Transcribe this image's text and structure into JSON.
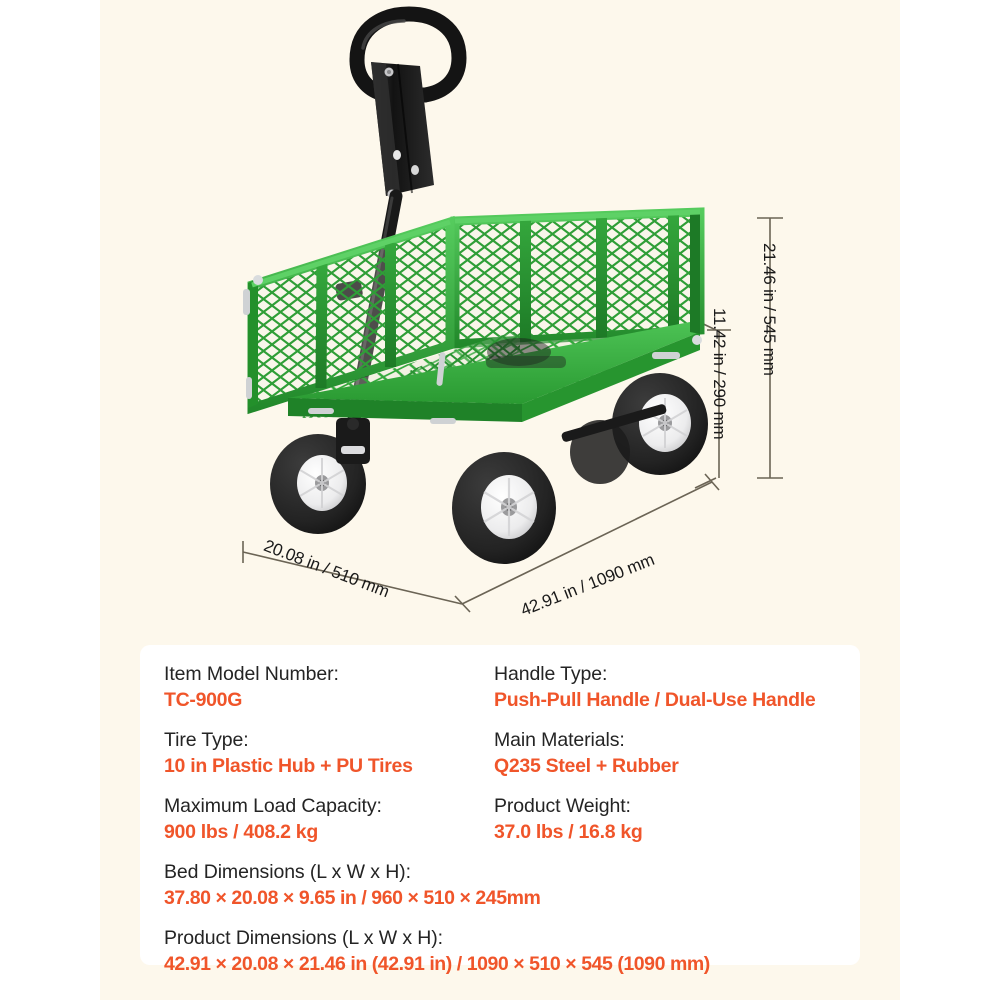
{
  "product": {
    "name": "steel garden utility cart",
    "colors": {
      "stage_background": "#fdf8ec",
      "page_background": "#ffffff",
      "card_background": "#ffffff",
      "cart_green": "#2a9a32",
      "cart_green_dark": "#186f22",
      "cart_green_light": "#43b94a",
      "handle_black": "#1c1c1c",
      "tire_black": "#262626",
      "hub_white": "#f2f2f2",
      "accent_orange": "#f0552a",
      "label_black": "#242424",
      "dimension_line": "#6b6455"
    },
    "parts": {
      "handle": "d-ring-pull-handle",
      "upright": "telescoping-handle-bracket",
      "bed": "mesh-steel-bed",
      "sides": "removable-folding-mesh-sides",
      "front_wheels": "swivel-wheels",
      "rear_wheels": "fixed-wheels"
    }
  },
  "dimensions": {
    "height_total": "21.46 in / 545 mm",
    "height_bed": "11.42 in / 290 mm",
    "width": "20.08 in / 510 mm",
    "length": "42.91 in / 1090 mm"
  },
  "specs": {
    "rows": [
      {
        "left": {
          "label": "Item Model Number:",
          "value": "TC-900G"
        },
        "right": {
          "label": "Handle Type:",
          "value": "Push-Pull Handle / Dual-Use Handle"
        }
      },
      {
        "left": {
          "label": "Tire Type:",
          "value": "10 in Plastic Hub + PU Tires"
        },
        "right": {
          "label": "Main Materials:",
          "value": "Q235 Steel + Rubber"
        }
      },
      {
        "left": {
          "label": "Maximum Load Capacity:",
          "value": "900 lbs / 408.2 kg"
        },
        "right": {
          "label": "Product Weight:",
          "value": "37.0 lbs / 16.8 kg"
        }
      }
    ],
    "full_rows": [
      {
        "label": "Bed Dimensions (L x W x H):",
        "value": "37.80 × 20.08 × 9.65 in / 960 × 510 × 245mm"
      },
      {
        "label": "Product Dimensions (L x W x H):",
        "value": "42.91 × 20.08 × 21.46 in (42.91 in) / 1090 × 510 × 545 (1090 mm)"
      }
    ]
  }
}
